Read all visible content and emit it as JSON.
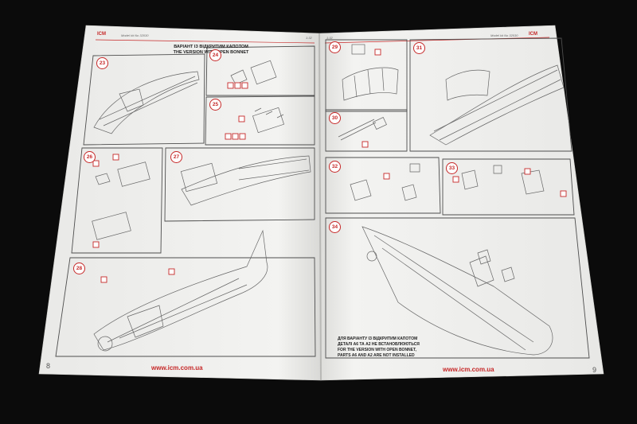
{
  "left_page": {
    "brand": "ICM",
    "header_model": "Model kit No 32030",
    "scale": "1:32",
    "version_title_uk": "ВАРІАНТ ІЗ ВІДКРИТИМ КАПОТОМ",
    "version_title_en": "THE VERSION WITH OPEN BONNET",
    "steps": [
      "23",
      "24",
      "25",
      "26",
      "27",
      "28"
    ],
    "website": "www.icm.com.ua",
    "page_number": "8"
  },
  "right_page": {
    "brand": "ICM",
    "header_model": "Model kit No 32030",
    "scale": "1:32",
    "steps": [
      "29",
      "30",
      "31",
      "32",
      "33",
      "34"
    ],
    "note_uk_line1": "ДЛЯ ВАРІАНТУ ІЗ ВІДКРИТИМ КАПОТОМ",
    "note_uk_line2": "ДЕТАЛІ А6 ТА А2 НЕ ВСТАНОВЛЮЮТЬСЯ",
    "note_en_line1": "FOR THE VERSION WITH OPEN BONNET,",
    "note_en_line2": "PARTS A6 AND A2 ARE NOT INSTALLED",
    "website": "www.icm.com.ua",
    "page_number": "9"
  },
  "colors": {
    "background": "#0b0b0b",
    "paper": "#f4f4f2",
    "accent_red": "#c62828",
    "line_art": "#555555"
  }
}
